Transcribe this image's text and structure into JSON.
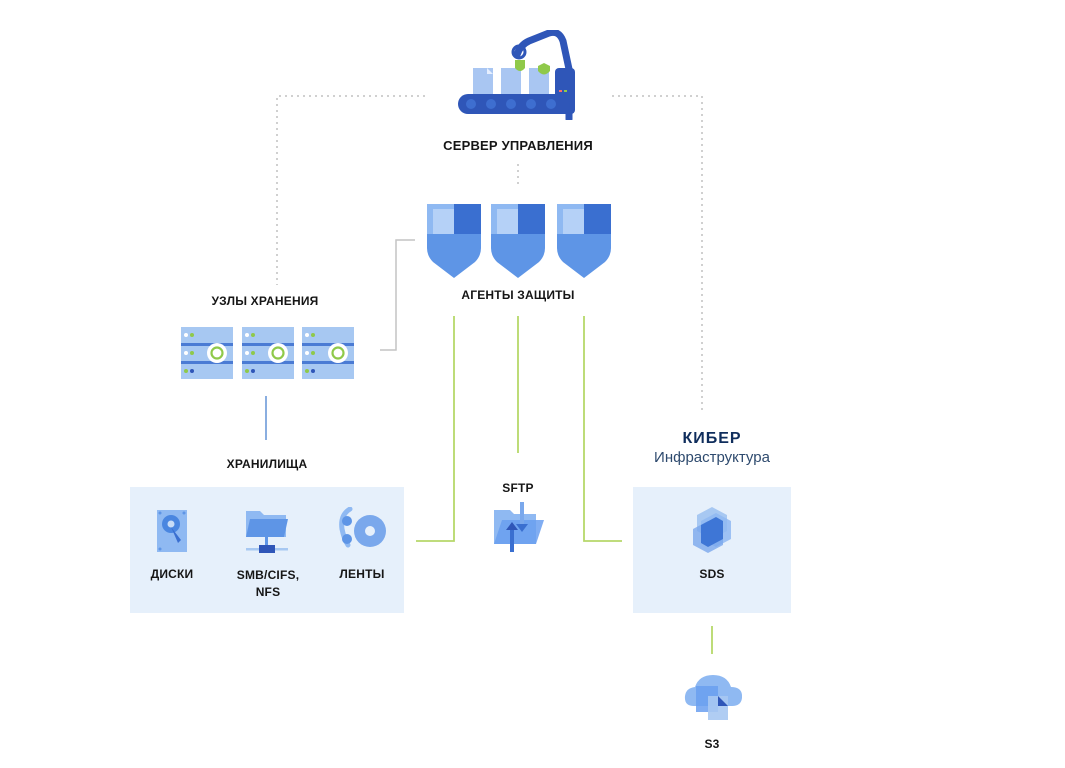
{
  "diagram": {
    "nodes": {
      "server": {
        "label": "СЕРВЕР УПРАВЛЕНИЯ",
        "icon": "robot-conveyor-icon"
      },
      "agents": {
        "label": "АГЕНТЫ ЗАЩИТЫ",
        "icon": "shield-icon",
        "count": 3
      },
      "storage_nodes": {
        "label": "УЗЛЫ ХРАНЕНИЯ",
        "icon": "server-sync-icon",
        "count": 3
      },
      "storages": {
        "label": "ХРАНИЛИЩА",
        "items": [
          {
            "label": "ДИСКИ",
            "icon": "hard-disk-icon"
          },
          {
            "label": "SMB/CIFS,",
            "label2": "NFS",
            "icon": "network-folder-icon"
          },
          {
            "label": "ЛЕНТЫ",
            "icon": "tape-reel-icon"
          }
        ]
      },
      "sftp": {
        "label": "SFTP",
        "icon": "folder-transfer-icon"
      },
      "cyber_infra": {
        "brand_line1": "КИБЕР",
        "brand_line2": "Инфраструктура"
      },
      "sds": {
        "label": "SDS",
        "icon": "hexagon-stack-icon"
      },
      "s3": {
        "label": "S3",
        "icon": "cloud-files-icon"
      }
    },
    "colors": {
      "accent_blue": "#3b74d6",
      "light_blue": "#9ec4f2",
      "panel_bg": "#e6f0fb",
      "connector_green": "#b6d86a",
      "connector_gray": "#c4c4c4",
      "dotted_gray": "#d2d2d2",
      "brand_navy": "#0f2d5c"
    }
  }
}
